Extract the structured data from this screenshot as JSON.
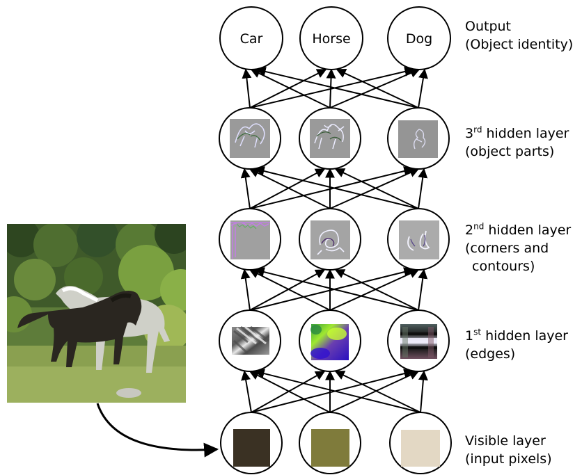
{
  "output_nodes": [
    "Car",
    "Horse",
    "Dog"
  ],
  "labels": {
    "output": {
      "line1": "Output",
      "line2": "(Object identity)"
    },
    "hidden3": {
      "num": "3",
      "sup": "rd",
      "rest": " hidden layer",
      "line2": "(object parts)"
    },
    "hidden2": {
      "num": "2",
      "sup": "nd",
      "rest": " hidden layer",
      "line2": "(corners and",
      "line3": "contours)"
    },
    "hidden1": {
      "num": "1",
      "sup": "st",
      "rest": " hidden layer",
      "line2": "(edges)"
    },
    "visible": {
      "line1": "Visible layer",
      "line2": "(input pixels)"
    }
  },
  "colors": {
    "pixel_1": "#3a3123",
    "pixel_2": "#7f7b3b",
    "pixel_3": "#e3d8c4",
    "line": "#000000",
    "filter_gray": "#9a9a9a"
  },
  "icons": {
    "input_photo": "horses-photo",
    "feature_maps": "feature-visualization"
  }
}
